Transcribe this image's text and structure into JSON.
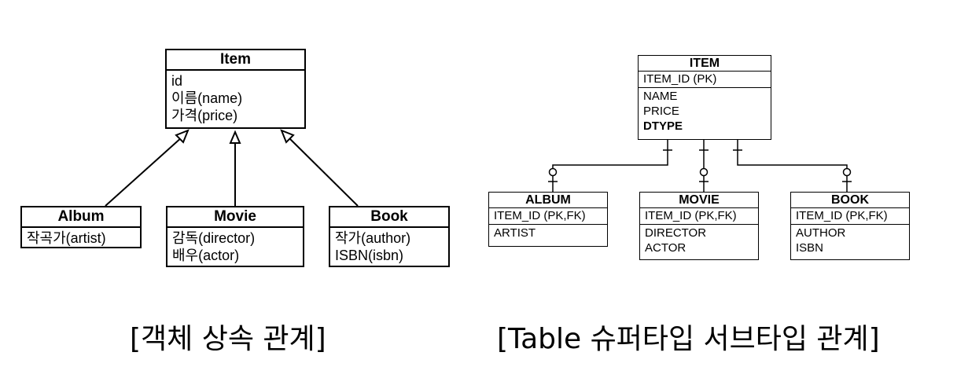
{
  "object_model": {
    "parent": {
      "name": "Item",
      "fields": [
        "id",
        "이름(name)",
        "가격(price)"
      ]
    },
    "children": [
      {
        "name": "Album",
        "fields": [
          "작곡가(artist)"
        ]
      },
      {
        "name": "Movie",
        "fields": [
          "감독(director)",
          "배우(actor)"
        ]
      },
      {
        "name": "Book",
        "fields": [
          "작가(author)",
          "ISBN(isbn)"
        ]
      }
    ],
    "caption": "[객체 상속 관계]"
  },
  "table_model": {
    "parent": {
      "name": "ITEM",
      "pk": "ITEM_ID (PK)",
      "fields": [
        "NAME",
        "PRICE",
        "DTYPE"
      ]
    },
    "children": [
      {
        "name": "ALBUM",
        "pk": "ITEM_ID (PK,FK)",
        "fields": [
          "ARTIST"
        ]
      },
      {
        "name": "MOVIE",
        "pk": "ITEM_ID (PK,FK)",
        "fields": [
          "DIRECTOR",
          "ACTOR"
        ]
      },
      {
        "name": "BOOK",
        "pk": "ITEM_ID (PK,FK)",
        "fields": [
          "AUTHOR",
          "ISBN"
        ]
      }
    ],
    "caption": "[Table 슈퍼타입 서브타입 관계]"
  }
}
